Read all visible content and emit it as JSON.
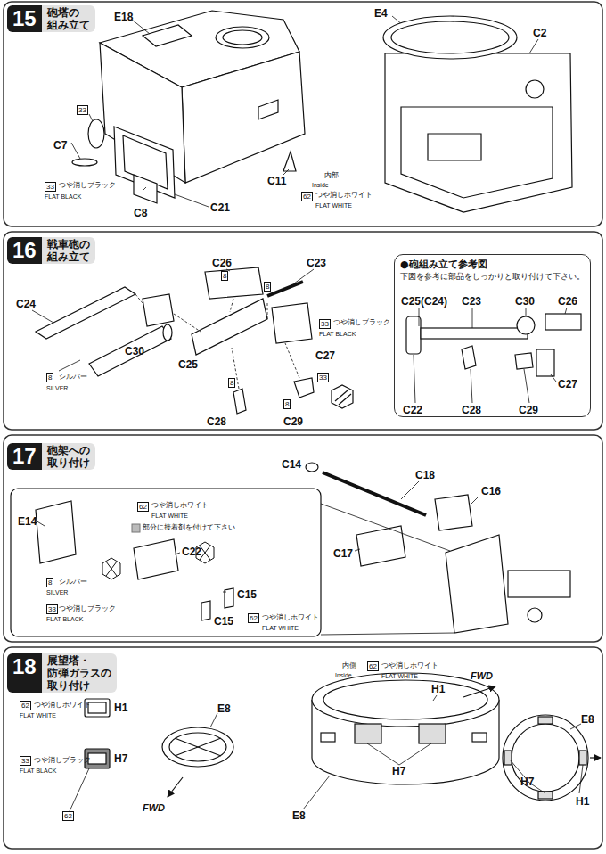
{
  "diagram": {
    "nodes": [
      {
        "text": [
          "15",
          "砲塔の 組み立て"
        ]
      },
      {
        "text": [
          "16",
          "戦車砲の 組み立て"
        ]
      },
      {
        "text": [
          "●砲組み立て参考図",
          "下図を参考に部品をしっかりと取り付けて下さい。"
        ]
      },
      {
        "text": [
          "17",
          "砲架への 取り付け"
        ]
      },
      {
        "text": [
          "18",
          "展望塔・防弾ガラスの 取り付け"
        ]
      }
    ],
    "labels": [
      "E18",
      "E4",
      "C2",
      "C7",
      "33",
      "33",
      "つや消しブラック",
      "FLAT BLACK",
      "C8",
      "C21",
      "C11",
      "内部",
      "Inside",
      "62",
      "つや消しホワイト",
      "FLAT WHITE",
      "C26",
      "C23",
      "8",
      "8",
      "C24",
      "33",
      "つや消しブラック",
      "FLAT BLACK",
      "C30",
      "C27",
      "C25",
      "8",
      "33",
      "8",
      "シルバー",
      "SILVER",
      "8",
      "C28",
      "C29",
      "C25(C24)",
      "C23",
      "C30",
      "C26",
      "C22",
      "C28",
      "C29",
      "C27",
      "C14",
      "C18",
      "C16",
      "C17",
      "E14",
      "62",
      "つや消しホワイト",
      "FLAT WHITE",
      "部分に接着剤を付けて下さい",
      "C22",
      "8",
      "シルバー",
      "SILVER",
      "33",
      "つや消しブラック",
      "FLAT BLACK",
      "C15",
      "C15",
      "62",
      "つや消しホワイト",
      "FLAT WHITE",
      "62",
      "つや消しホワイト",
      "FLAT WHITE",
      "H1",
      "33",
      "つや消しブラック",
      "FLAT BLACK",
      "H7",
      "62",
      "E8",
      "FWD",
      "内側",
      "Inside",
      "62",
      "つや消しホワイト",
      "FLAT WHITE",
      "H1",
      "FWD",
      "H7",
      "E8",
      "E8",
      "H7",
      "H1"
    ]
  }
}
